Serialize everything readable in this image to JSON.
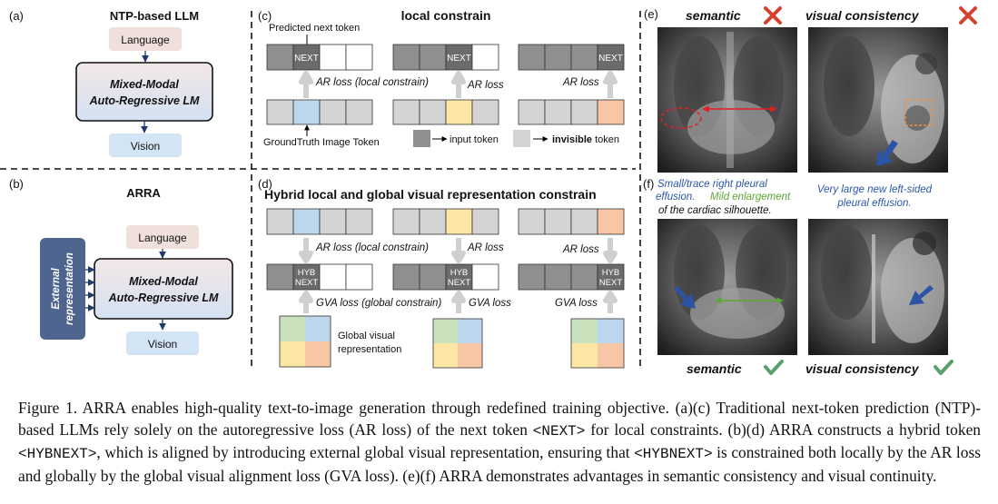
{
  "panels": {
    "a": {
      "label": "(a)",
      "title": "NTP-based LLM",
      "language": "Language",
      "lm_line1": "Mixed-Modal",
      "lm_line2": "Auto-Regressive LM",
      "vision": "Vision"
    },
    "b": {
      "label": "(b)",
      "title": "ARRA",
      "language": "Language",
      "lm_line1": "Mixed-Modal",
      "lm_line2": "Auto-Regressive LM",
      "vision": "Vision",
      "ext_line1": "External",
      "ext_line2": "representation"
    },
    "c": {
      "label": "(c)",
      "title": "local constrain",
      "predicted_label": "Predicted next token",
      "next": "NEXT",
      "ar_loss_local": "AR loss (local constrain)",
      "ar_loss": "AR loss",
      "gt_label": "GroundTruth Image Token",
      "legend_input": "input token",
      "legend_invisible_bold": "invisible",
      "legend_invisible_rest": " token"
    },
    "d": {
      "label": "(d)",
      "title": "Hybrid local and global visual representation constrain",
      "hyb": "HYB",
      "next": "NEXT",
      "ar_loss_local": "AR loss (local constrain)",
      "ar_loss": "AR loss",
      "gva_loss_global": "GVA loss (global constrain)",
      "gva_loss": "GVA loss",
      "global_line1": "Global visual",
      "global_line2": "representation"
    },
    "e": {
      "label": "(e)",
      "semantic": "semantic",
      "visual": "visual consistency"
    },
    "f": {
      "label": "(f)",
      "blue1": "Small/trace right pleural",
      "blue2": "effusion.",
      "green": "Mild enlargement",
      "black": "of the cardiac silhouette.",
      "right1": "Very large new left-sided",
      "right2": "pleural effusion.",
      "semantic": "semantic",
      "visual": "visual consistency"
    }
  },
  "colors": {
    "lm_box_top": "#f3e7e6",
    "lm_box_bottom": "#d4e1f3",
    "language_box": "#f0e0dc",
    "vision_box": "#d3e4f4",
    "ext_box": "#4e6590",
    "blue_token": "#bcd6ee",
    "yellow_token": "#fbe7a3",
    "orange_token": "#f7c6a4",
    "green_quad": "#c9e2bd",
    "blue_text": "#2a55a8",
    "green_text": "#5da535",
    "red_mark": "#d5412f",
    "check_mark": "#5aa06e"
  },
  "caption": {
    "p1": "Figure 1. ARRA enables high-quality text-to-image generation through redefined training objective. (a)(c) Traditional next-token prediction (NTP)-based LLMs rely solely on the autoregressive loss (AR loss) of the next token ",
    "tok1": "<NEXT>",
    "p2": " for local constraints. (b)(d) ARRA constructs a hybrid token ",
    "tok2": "<HYBNEXT>",
    "p3": ", which is aligned by introducing external global visual representation, ensuring that ",
    "tok3": "<HYBNEXT>",
    "p4": " is constrained both locally by the AR loss and globally by the global visual alignment loss (GVA loss). (e)(f) ARRA demonstrates advantages in semantic consistency and visual continuity."
  }
}
